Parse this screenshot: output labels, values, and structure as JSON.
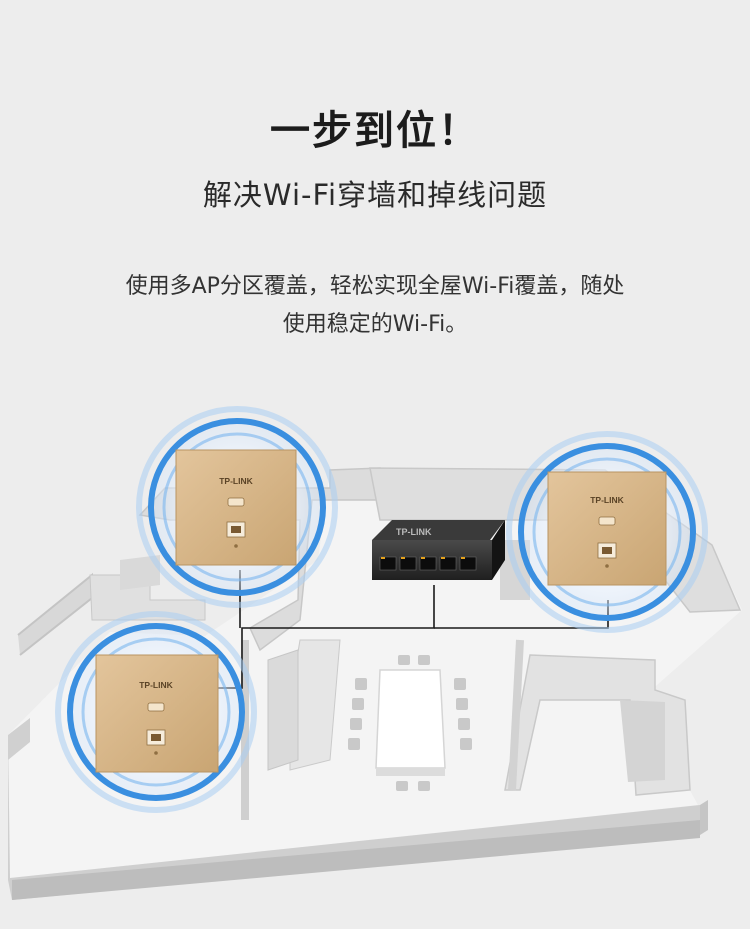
{
  "headline": "一步到位！",
  "subheadline": "解决Wi-Fi穿墙和掉线问题",
  "description": {
    "line1": "使用多AP分区覆盖，轻松实现全屋Wi-Fi覆盖，随处",
    "line2": "使用稳定的Wi-Fi。"
  },
  "devices": {
    "brand": "TP-LINK",
    "switch_brand": "TP-LINK",
    "panel_color": "#d9b98d",
    "signal_color": "#3a8fe0"
  },
  "icons": [
    "wifi-ap-panel-icon",
    "ethernet-port-icon",
    "poe-switch-icon"
  ]
}
